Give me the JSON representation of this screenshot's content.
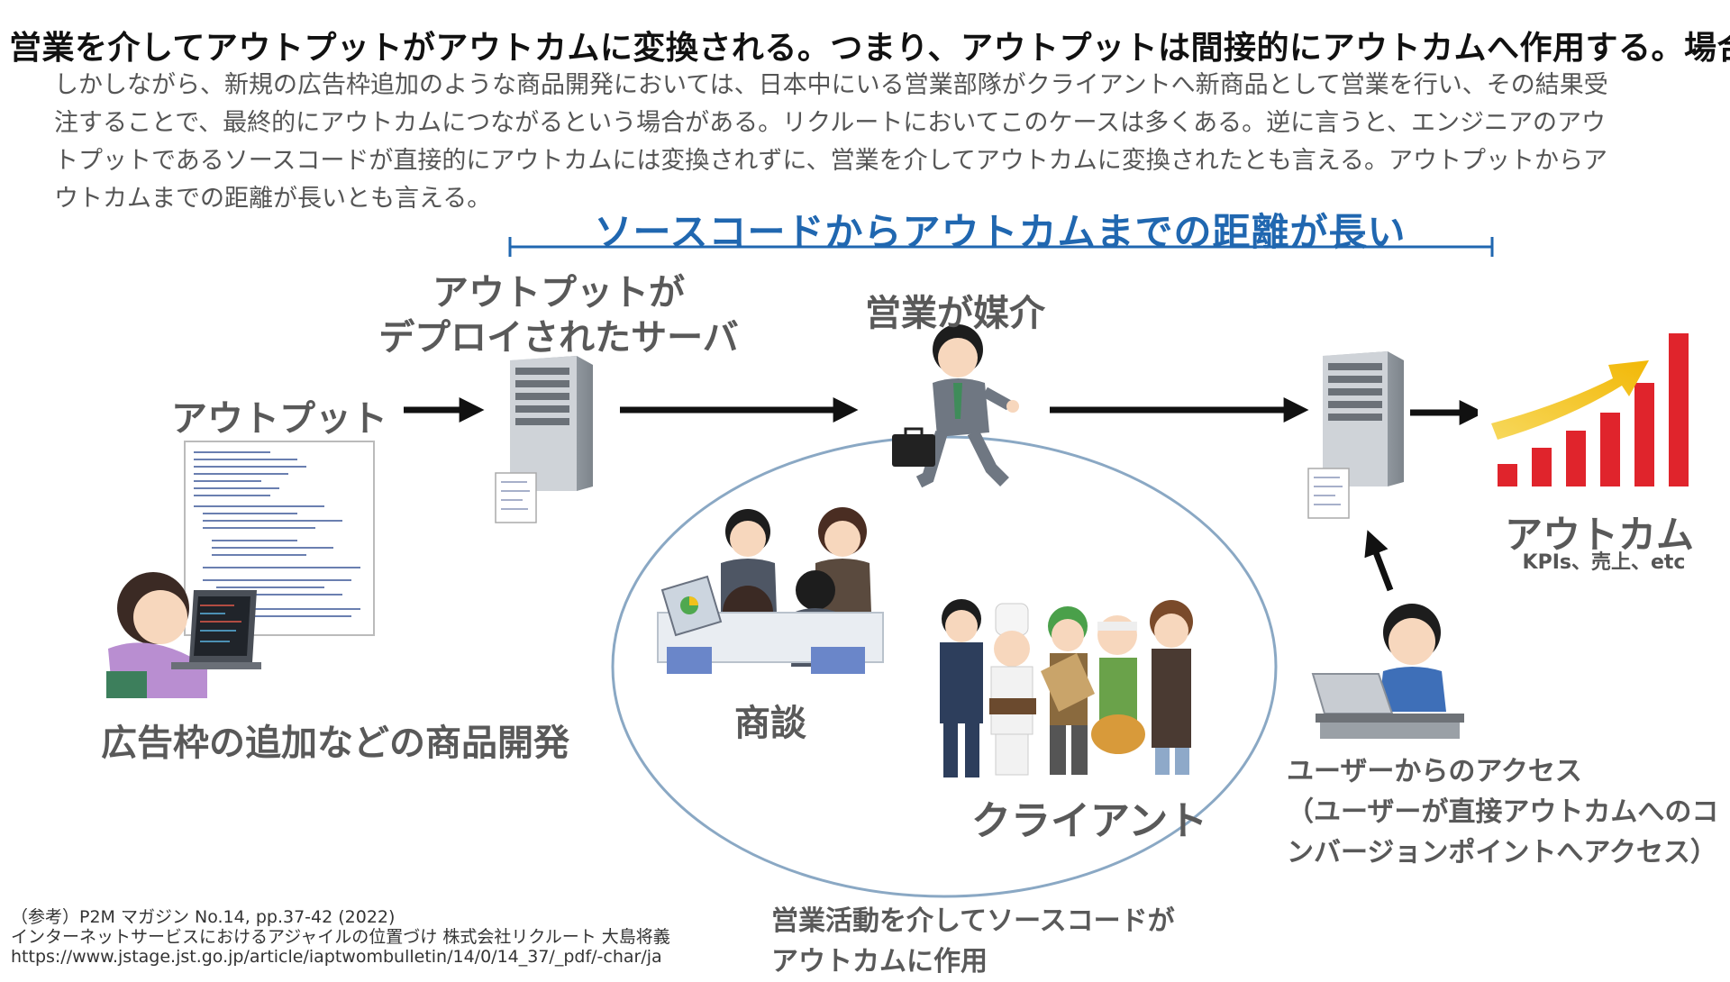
{
  "title": "営業を介してアウトプットがアウトカムに変換される。つまり、アウトプットは間接的にアウトカムへ作用する。場合。",
  "body_lines": [
    "しかしながら、新規の広告枠追加のような商品開発においては、日本中にいる営業部隊がクライアントへ新商品として営業を行い、その結果受",
    "注することで、最終的にアウトカムにつながるという場合がある。リクルートにおいてこのケースは多くある。逆に言うと、エンジニアのアウ",
    "トプットであるソースコードが直接的にアウトカムには変換されずに、営業を介してアウトカムに変換されたとも言える。アウトプットからア",
    "ウトカムまでの距離が長いとも言える。"
  ],
  "diagram": {
    "banner_title": "ソースコードからアウトカムまでの距離が長い",
    "output_label": "アウトプット",
    "server_label_line1": "アウトプットが",
    "server_label_line2": "デプロイされたサーバ",
    "sales_label": "営業が媒介",
    "outcome_label": "アウトカム",
    "outcome_sublabel": "KPIs、売上、etc",
    "dev_label": "広告枠の追加などの商品開発",
    "negotiation_label": "商談",
    "client_label": "クライアント",
    "access_line1": "ユーザーからのアクセス",
    "access_line2": "（ユーザーが直接アウトカムへのコ",
    "access_line3": "ンバージョンポイントへアクセス）",
    "sales_activity_line1": "営業活動を介してソースコードが",
    "sales_activity_line2": "アウトカムに作用",
    "colors": {
      "accent_blue": "#2067b0",
      "bar_red": "#e0242c",
      "arrow_yellow": "#f2c11a",
      "ellipse": "#8aa8c4"
    },
    "icons": [
      "code-document-icon",
      "server-tower-icon",
      "salesperson-running-icon",
      "growth-bar-chart-icon",
      "programmer-laptop-icon",
      "meeting-people-icon",
      "client-group-icon",
      "user-laptop-icon"
    ]
  },
  "reference": {
    "line1": "（参考）P2M マガジン No.14, pp.37-42 (2022)",
    "line2": "インターネットサービスにおけるアジャイルの位置づけ 株式会社リクルート 大島将義",
    "line3": "https://www.jstage.jst.go.jp/article/iaptwombulletin/14/0/14_37/_pdf/-char/ja"
  }
}
